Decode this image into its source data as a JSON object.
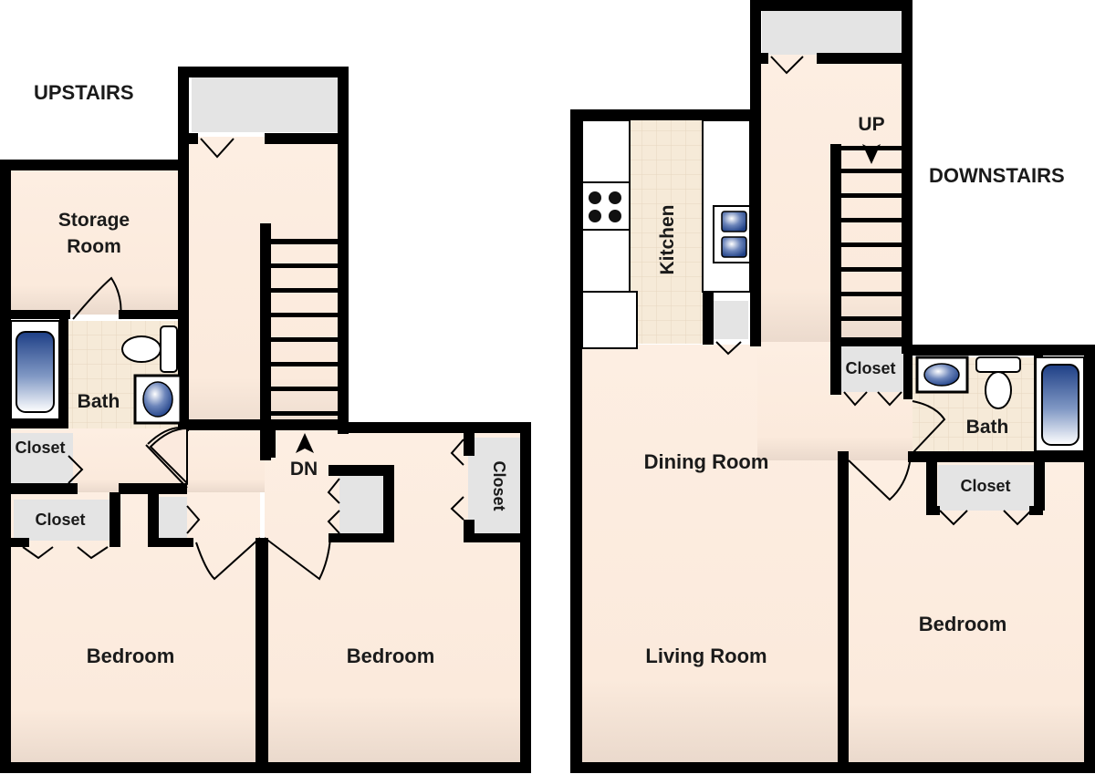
{
  "upstairs": {
    "heading": "UPSTAIRS",
    "storage_room_line1": "Storage",
    "storage_room_line2": "Room",
    "bath": "Bath",
    "closet_hall": "Closet",
    "closet_bed_left": "Closet",
    "closet_bed_right": "Closet",
    "bedroom_left": "Bedroom",
    "bedroom_right": "Bedroom",
    "stairs_label": "DN"
  },
  "downstairs": {
    "heading": "DOWNSTAIRS",
    "kitchen": "Kitchen",
    "dining_room": "Dining Room",
    "living_room": "Living Room",
    "closet_stairs": "Closet",
    "bath": "Bath",
    "closet_bedroom": "Closet",
    "bedroom": "Bedroom",
    "stairs_label": "UP"
  },
  "colors": {
    "wall": "#000000",
    "floor": "#fbeade",
    "tile": "#f6ead8",
    "closet_fill": "#e4e4e4",
    "fixture_blue": "#1e3f86"
  }
}
